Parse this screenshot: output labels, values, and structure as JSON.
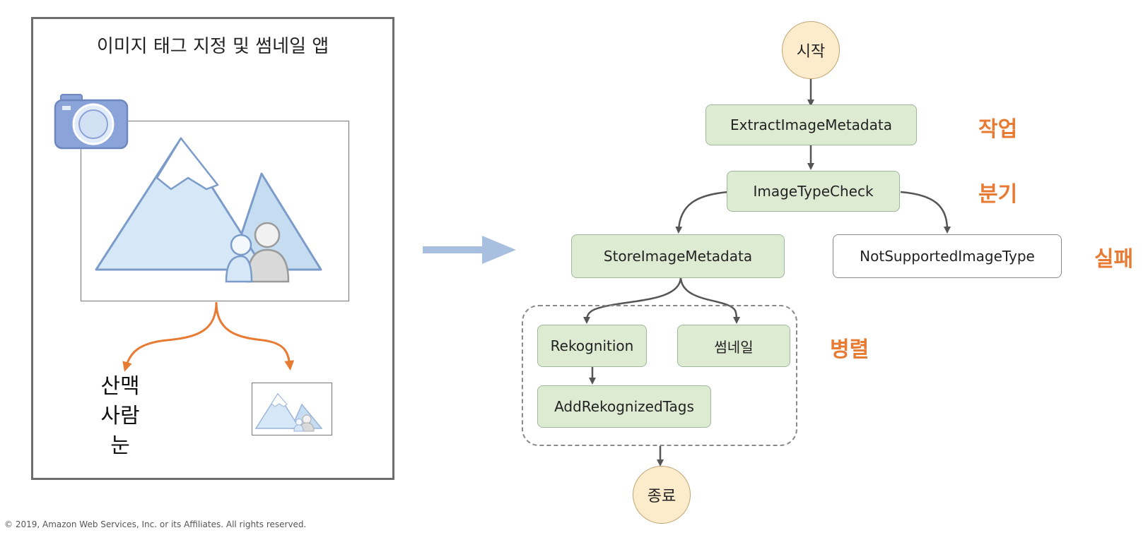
{
  "app": {
    "title": "이미지 태그 지정 및 썸네일 앱",
    "tags": [
      "산맥",
      "사람",
      "눈"
    ]
  },
  "workflow": {
    "start": "시작",
    "end": "종료",
    "nodes": {
      "extract": "ExtractImageMetadata",
      "check": "ImageTypeCheck",
      "store": "StoreImageMetadata",
      "not_supported": "NotSupportedImageType",
      "rekognition": "Rekognition",
      "thumbnail": "썸네일",
      "add_tags": "AddRekognizedTags"
    }
  },
  "legend": {
    "task": "작업",
    "choice": "분기",
    "fail": "실패",
    "parallel": "병렬"
  },
  "footer": {
    "copyright": "© 2019, Amazon Web Services, Inc. or its Affiliates. All rights reserved."
  },
  "colors": {
    "accent_orange": "#e87b34",
    "task_green": "#deebd3",
    "terminal_yellow": "#fdeccb",
    "mountain_blue": "#d4e6f5",
    "camera_blue": "#8aa3d8",
    "flow_arrow": "#a9bfe0"
  }
}
